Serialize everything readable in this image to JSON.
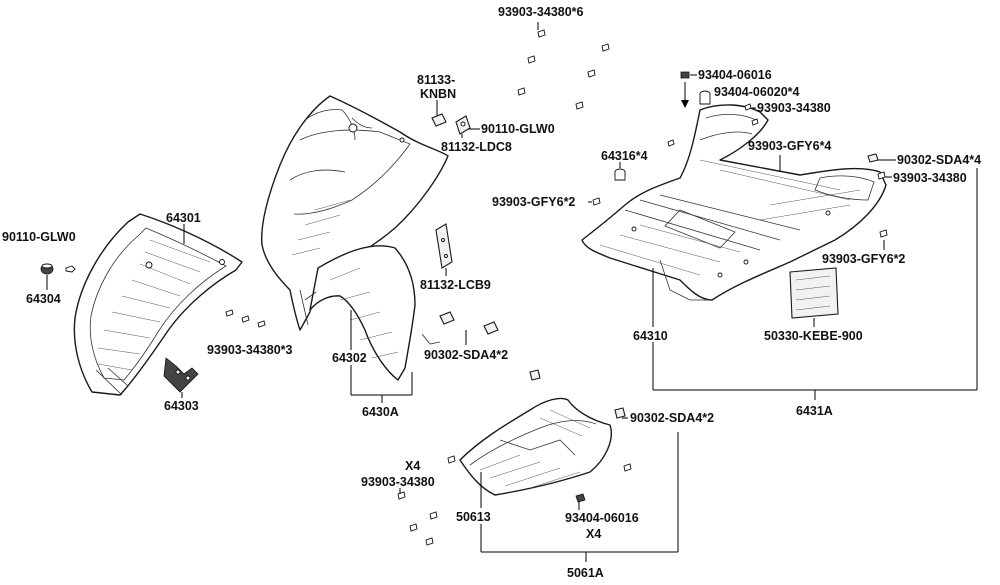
{
  "labels": {
    "p93903_34380x6": "93903-34380*6",
    "p81133_knbn_1": "81133-",
    "p81133_knbn_2": "KNBN",
    "p90110_glw0_top": "90110-GLW0",
    "p81132_ldc8": "81132-LDC8",
    "p93404_06016_top": "93404-06016",
    "p93404_06020x4": "93404-06020*4",
    "p93903_34380_r1": "93903-34380",
    "p93903_gfy6x4": "93903-GFY6*4",
    "p64316x4": "64316*4",
    "p90302_sda4x4": "90302-SDA4*4",
    "p93903_34380_r2": "93903-34380",
    "p93903_gfy6x2_l": "93903-GFY6*2",
    "p90110_glw0_left": "90110-GLW0",
    "p64301": "64301",
    "p64304": "64304",
    "p81132_lcb9": "81132-LCB9",
    "p93903_gfy6x2_r": "93903-GFY6*2",
    "p93903_34380x3": "93903-34380*3",
    "p64302": "64302",
    "p90302_sda4x2_mid": "90302-SDA4*2",
    "p64310": "64310",
    "p50330_kebe_900": "50330-KEBE-900",
    "p64303": "64303",
    "p6430a": "6430A",
    "p6431a": "6431A",
    "p90302_sda4x2_low": "90302-SDA4*2",
    "p_x4_top": "X4",
    "p93903_34380_low": "93903-34380",
    "p50613": "50613",
    "p93404_06016_low": "93404-06016",
    "p_x4_low": "X4",
    "p5061a": "5061A"
  }
}
